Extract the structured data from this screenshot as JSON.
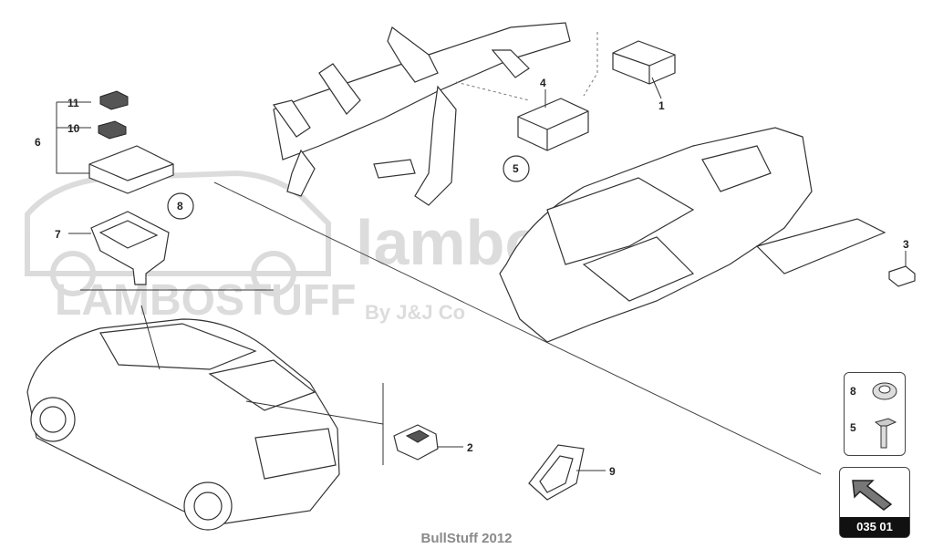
{
  "watermark": {
    "brand": "lambo",
    "line1": "LAMBOSTUFF",
    "line2": "By J&J Co"
  },
  "parts": [
    {
      "id": "part-1",
      "label": "1"
    },
    {
      "id": "part-2",
      "label": "2"
    },
    {
      "id": "part-3",
      "label": "3"
    },
    {
      "id": "part-4",
      "label": "4"
    },
    {
      "id": "part-5",
      "label": "5"
    },
    {
      "id": "part-6",
      "label": "6"
    },
    {
      "id": "part-7",
      "label": "7"
    },
    {
      "id": "part-8",
      "label": "8"
    },
    {
      "id": "part-9",
      "label": "9"
    },
    {
      "id": "part-10",
      "label": "10"
    },
    {
      "id": "part-11",
      "label": "11"
    }
  ],
  "legend": {
    "items": [
      {
        "label": "8",
        "icon": "grommet-icon"
      },
      {
        "label": "5",
        "icon": "bolt-icon"
      }
    ]
  },
  "reference": {
    "code": "035 01",
    "icon": "arrow-icon"
  },
  "caption": "BullStuff 2012"
}
